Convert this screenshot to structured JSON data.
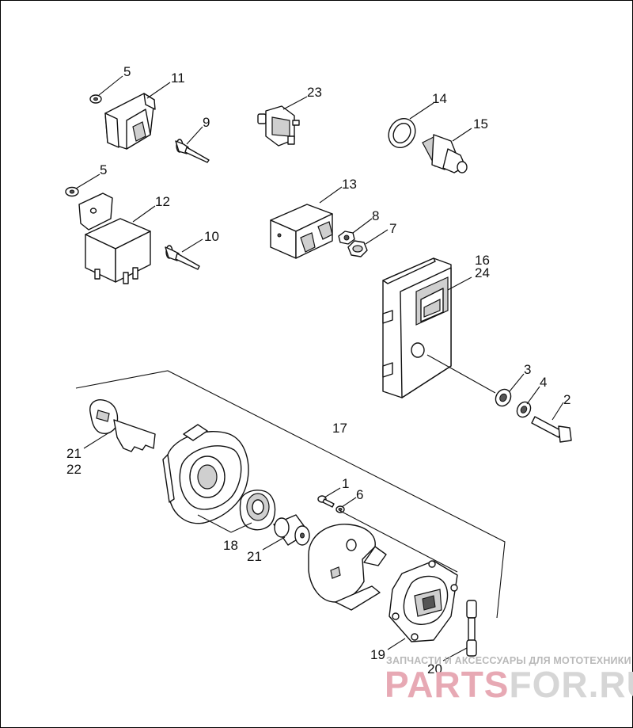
{
  "callouts": {
    "c5a": "5",
    "c11": "11",
    "c9": "9",
    "c23": "23",
    "c14": "14",
    "c15": "15",
    "c5b": "5",
    "c12": "12",
    "c10": "10",
    "c13": "13",
    "c8": "8",
    "c7": "7",
    "c16": "16",
    "c24": "24",
    "c3": "3",
    "c4": "4",
    "c2": "2",
    "c17": "17",
    "c21a": "21",
    "c22": "22",
    "c1": "1",
    "c6": "6",
    "c18": "18",
    "c21b": "21",
    "c19": "19",
    "c20": "20"
  },
  "watermark": {
    "tagline": "ЗАПЧАСТИ И АКСЕССУАРЫ ДЛЯ МОТОТЕХНИКИ",
    "brand_left": "PARTS",
    "brand_right": "FOR.RU"
  },
  "colors": {
    "line": "#111111",
    "watermark_brand": "#e7a9b4",
    "watermark_gray": "#d6d6d6"
  }
}
